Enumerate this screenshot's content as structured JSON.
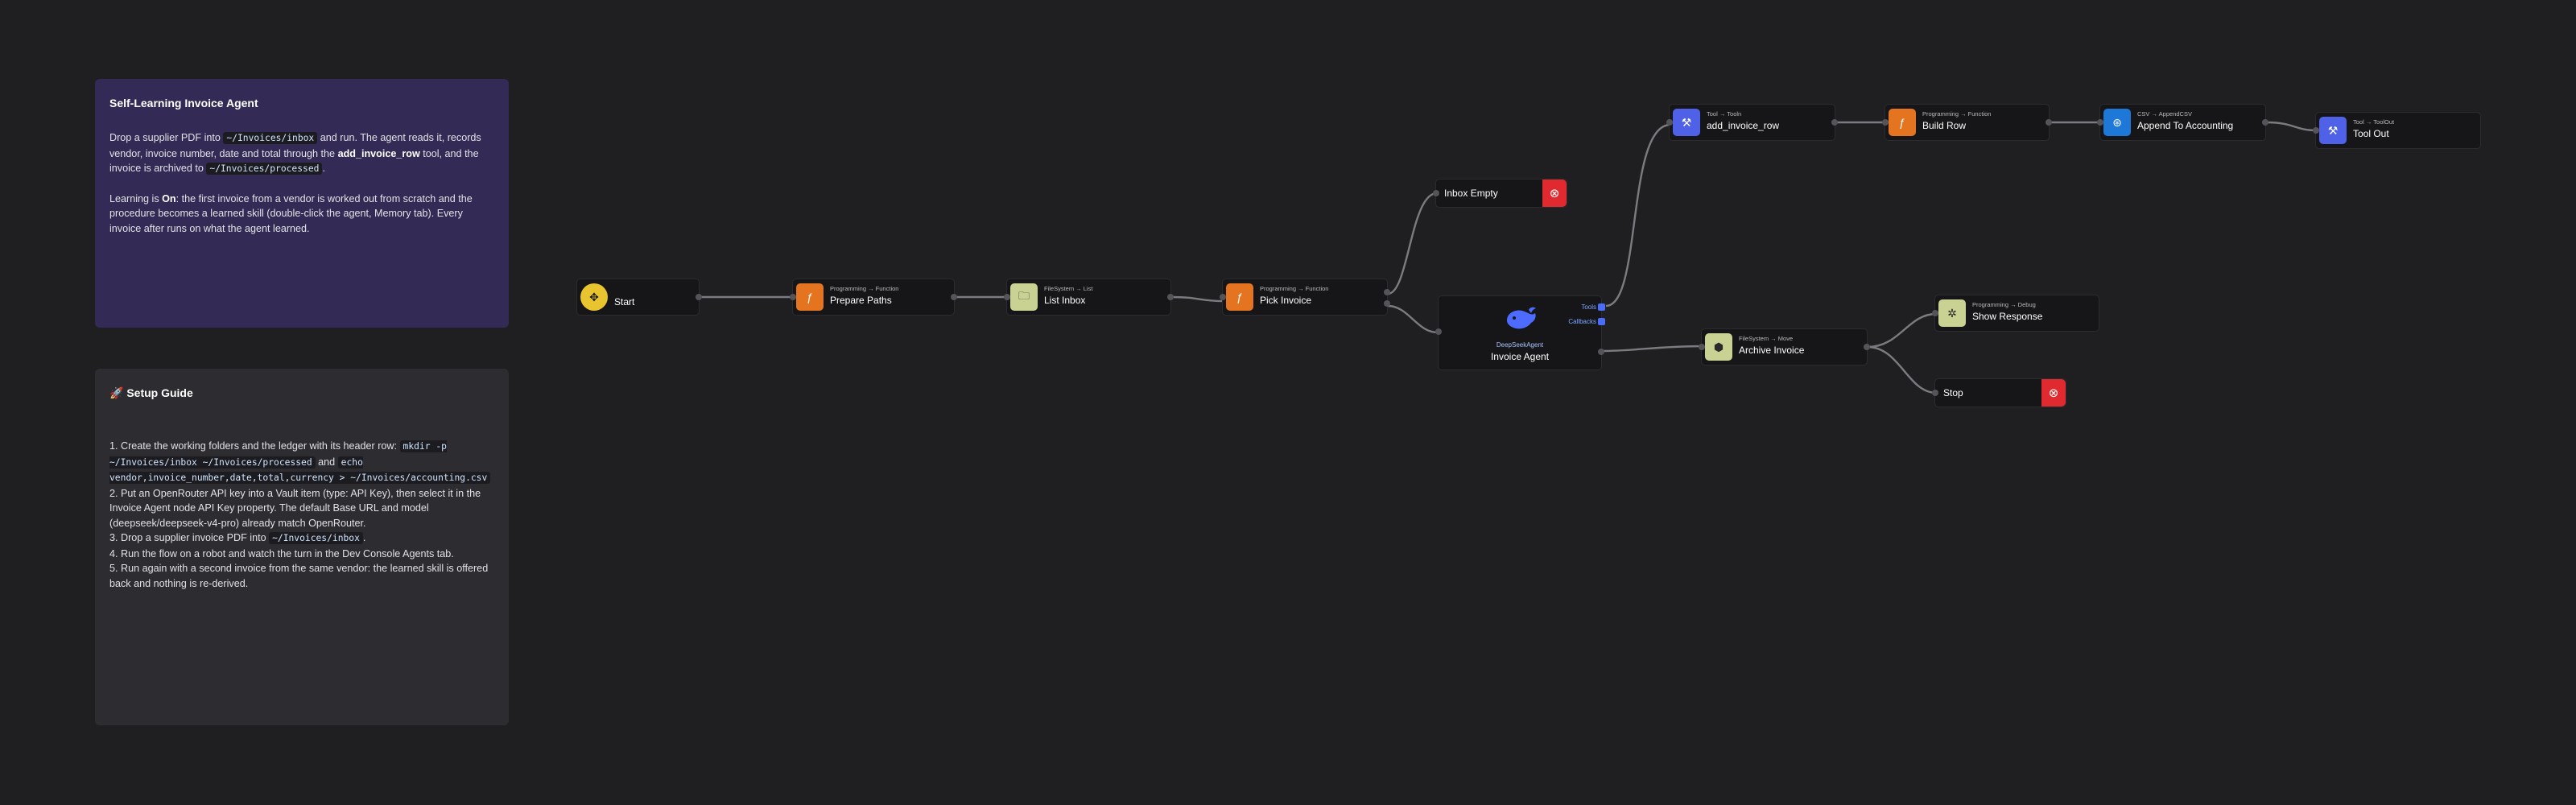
{
  "notes": {
    "intro": {
      "title": "Self-Learning Invoice Agent",
      "p1_a": "Drop a supplier PDF into ",
      "p1_code1": "~/Invoices/inbox",
      "p1_b": " and run. The agent reads it, records vendor, invoice number, date and total through the ",
      "p1_bold": "add_invoice_row",
      "p1_c": " tool, and the invoice is archived to ",
      "p1_code2": "~/Invoices/processed",
      "p1_d": ".",
      "p2_a": "Learning is ",
      "p2_bold": "On",
      "p2_b": ": the first invoice from a vendor is worked out from scratch and the procedure becomes a learned skill (double-click the agent, Memory tab). Every invoice after runs on what the agent learned."
    },
    "setup": {
      "title": "🚀 Setup Guide",
      "s1_a": "1. Create the working folders and the ledger with its header row: ",
      "s1_code1": "mkdir -p ~/Invoices/inbox ~/Invoices/processed",
      "s1_b": " and ",
      "s1_code2": "echo vendor,invoice_number,date,total,currency > ~/Invoices/accounting.csv",
      "s2": "2. Put an OpenRouter API key into a Vault item (type: API Key), then select it in the Invoice Agent node API Key property. The default Base URL and model (deepseek/deepseek-v4-pro) already match OpenRouter.",
      "s3_a": "3. Drop a supplier invoice PDF into ",
      "s3_code": "~/Invoices/inbox",
      "s3_b": ".",
      "s4": "4. Run the flow on a robot and watch the turn in the Dev Console Agents tab.",
      "s5": "5. Run again with a second invoice from the same vendor: the learned skill is offered back and nothing is re-derived."
    }
  },
  "nodes": {
    "start": {
      "label": "Start",
      "color": "#e8c52f",
      "icon": "start-icon"
    },
    "prepare": {
      "category": "Programming → Function",
      "label": "Prepare Paths",
      "color": "#e4741f",
      "icon": "function-icon"
    },
    "list": {
      "category": "FileSystem → List",
      "label": "List Inbox",
      "color": "#c9d193",
      "icon": "folder-icon"
    },
    "pick": {
      "category": "Programming → Function",
      "label": "Pick Invoice",
      "color": "#e4741f",
      "icon": "function-icon"
    },
    "empty": {
      "label": "Inbox Empty",
      "color": "#e02a2f",
      "icon": "stop-icon"
    },
    "agent": {
      "category": "DeepSeekAgent",
      "label": "Invoice Agent",
      "handle_tools": "Tools",
      "handle_callbacks": "Callbacks",
      "color": "#4a6cf7",
      "icon": "deepseek-whale-icon"
    },
    "archive": {
      "category": "FileSystem → Move",
      "label": "Archive Invoice",
      "color": "#c9d193",
      "icon": "box-icon"
    },
    "show": {
      "category": "Programming → Debug",
      "label": "Show Response",
      "color": "#c9d193",
      "icon": "bug-icon"
    },
    "stop": {
      "label": "Stop",
      "color": "#e02a2f",
      "icon": "stop-icon"
    },
    "tool": {
      "category": "Tool → Tooln",
      "label": "add_invoice_row",
      "color": "#4f61e6",
      "icon": "tool-icon"
    },
    "build": {
      "category": "Programming → Function",
      "label": "Build Row",
      "color": "#e4741f",
      "icon": "function-icon"
    },
    "append": {
      "category": "CSV → AppendCSV",
      "label": "Append To Accounting",
      "color": "#1e78d8",
      "icon": "csv-icon"
    },
    "toolout": {
      "category": "Tool → ToolOut",
      "label": "Tool Out",
      "color": "#4f61e6",
      "icon": "tool-icon"
    }
  },
  "icons": {
    "start": "✥",
    "function": "ƒ",
    "folder": "🗀",
    "stop": "⊗",
    "box": "⬢",
    "bug": "✲",
    "tool": "⚒",
    "csv": "⊛"
  }
}
